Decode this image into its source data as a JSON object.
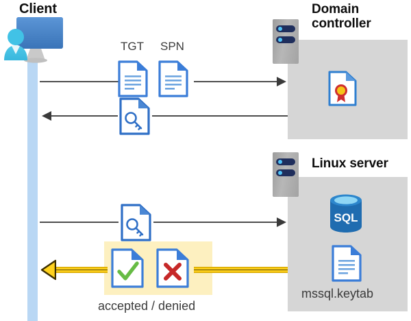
{
  "diagram": {
    "type": "sequence-diagram",
    "title_client": "Client",
    "title_domain_controller": "Domain controller",
    "title_linux_server": "Linux server",
    "colors": {
      "lifeline": "#b9d7f4",
      "panel": "#d6d6d6",
      "arrow_gray": "#4d4d4d",
      "arrow_yellow": "#ffd21e",
      "arrow_yellow_core": "#8a6d00",
      "highlight": "#fdf0c0",
      "doc_blue": "#3b7dd8",
      "accept_green": "#66bb44",
      "deny_red": "#c62828",
      "sql_blue": "#1f6cb0",
      "seal_gold": "#f5c518",
      "seal_red": "#cf2e2e",
      "rack_gray": "#a8a8a8",
      "rack_slot": "#1f2e5c"
    },
    "labels": {
      "tgt": "TGT",
      "spn": "SPN",
      "keytab": "mssql.keytab",
      "verdict": "accepted / denied"
    },
    "icons": {
      "client": "user-monitor-icon",
      "dc_rack": "server-rack-icon",
      "linux_rack": "server-rack-icon",
      "tgt_doc": "document-icon",
      "spn_doc": "document-icon",
      "ticket_doc": "document-key-icon",
      "request_doc": "document-key-icon",
      "certificate": "certificate-document-icon",
      "database": "sql-database-icon",
      "keytab_doc": "document-icon",
      "accepted": "document-check-icon",
      "denied": "document-cross-icon"
    },
    "flows": [
      {
        "id": "flow-1",
        "direction": "right",
        "from": "Client",
        "to": "Domain controller",
        "payload": [
          "TGT",
          "SPN"
        ]
      },
      {
        "id": "flow-2",
        "direction": "left",
        "from": "Domain controller",
        "to": "Client",
        "payload": [
          "ticket"
        ]
      },
      {
        "id": "flow-3",
        "direction": "right",
        "from": "Client",
        "to": "Linux server",
        "payload": [
          "ticket"
        ]
      },
      {
        "id": "flow-4",
        "direction": "left",
        "from": "Linux server",
        "to": "Client",
        "payload": [
          "accepted / denied"
        ],
        "style": "yellow"
      }
    ]
  }
}
